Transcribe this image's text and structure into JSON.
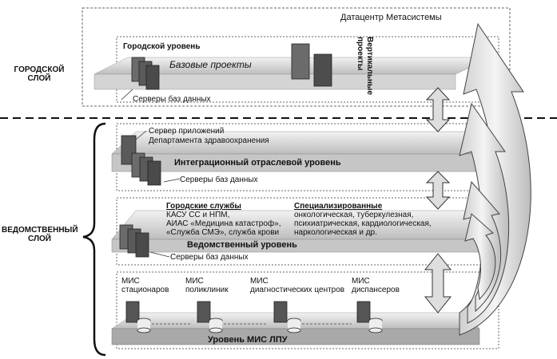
{
  "layers": {
    "city": "ГОРОДСКОЙ\nСЛОЙ",
    "departmental": "ВЕДОМСТВЕННЫЙ\nСЛОЙ"
  },
  "datacenter": {
    "title": "Датацентр Метасистемы",
    "city_level": "Городской уровень",
    "base_projects": "Базовые проекты",
    "vertical_projects": "Вертикальные\nпроекты",
    "db_servers": "Серверы баз данных"
  },
  "integration": {
    "app_server": "Сервер приложений\nДепартамента здравоохранения",
    "level": "Интеграционный отраслевой уровень",
    "db_servers": "Серверы баз данных"
  },
  "departmental": {
    "city_services_title": "Городские службы",
    "city_services": "КАСУ СС и НПМ,\nАИАС «Медицина катастроф»,\n«Служба СМЭ», служба крови",
    "specialized_title": "Специализированные",
    "specialized": "онкологическая, туберкулезная,\nпсихиатрическая, кардиологическая,\nнаркологическая и др.",
    "level": "Ведомственный уровень",
    "db_servers": "Серверы баз данных"
  },
  "lpu": {
    "mis": [
      "МИС\nстационаров",
      "МИС\nполиклиник",
      "МИС\nдиагностических центров",
      "МИС\nдиспансеров"
    ],
    "level": "Уровень МИС ЛПУ"
  },
  "colors": {
    "plate": "#c8c8c8",
    "plate_dark": "#8c8c8c",
    "arrow": "#e4e4e4",
    "border": "#555555"
  }
}
